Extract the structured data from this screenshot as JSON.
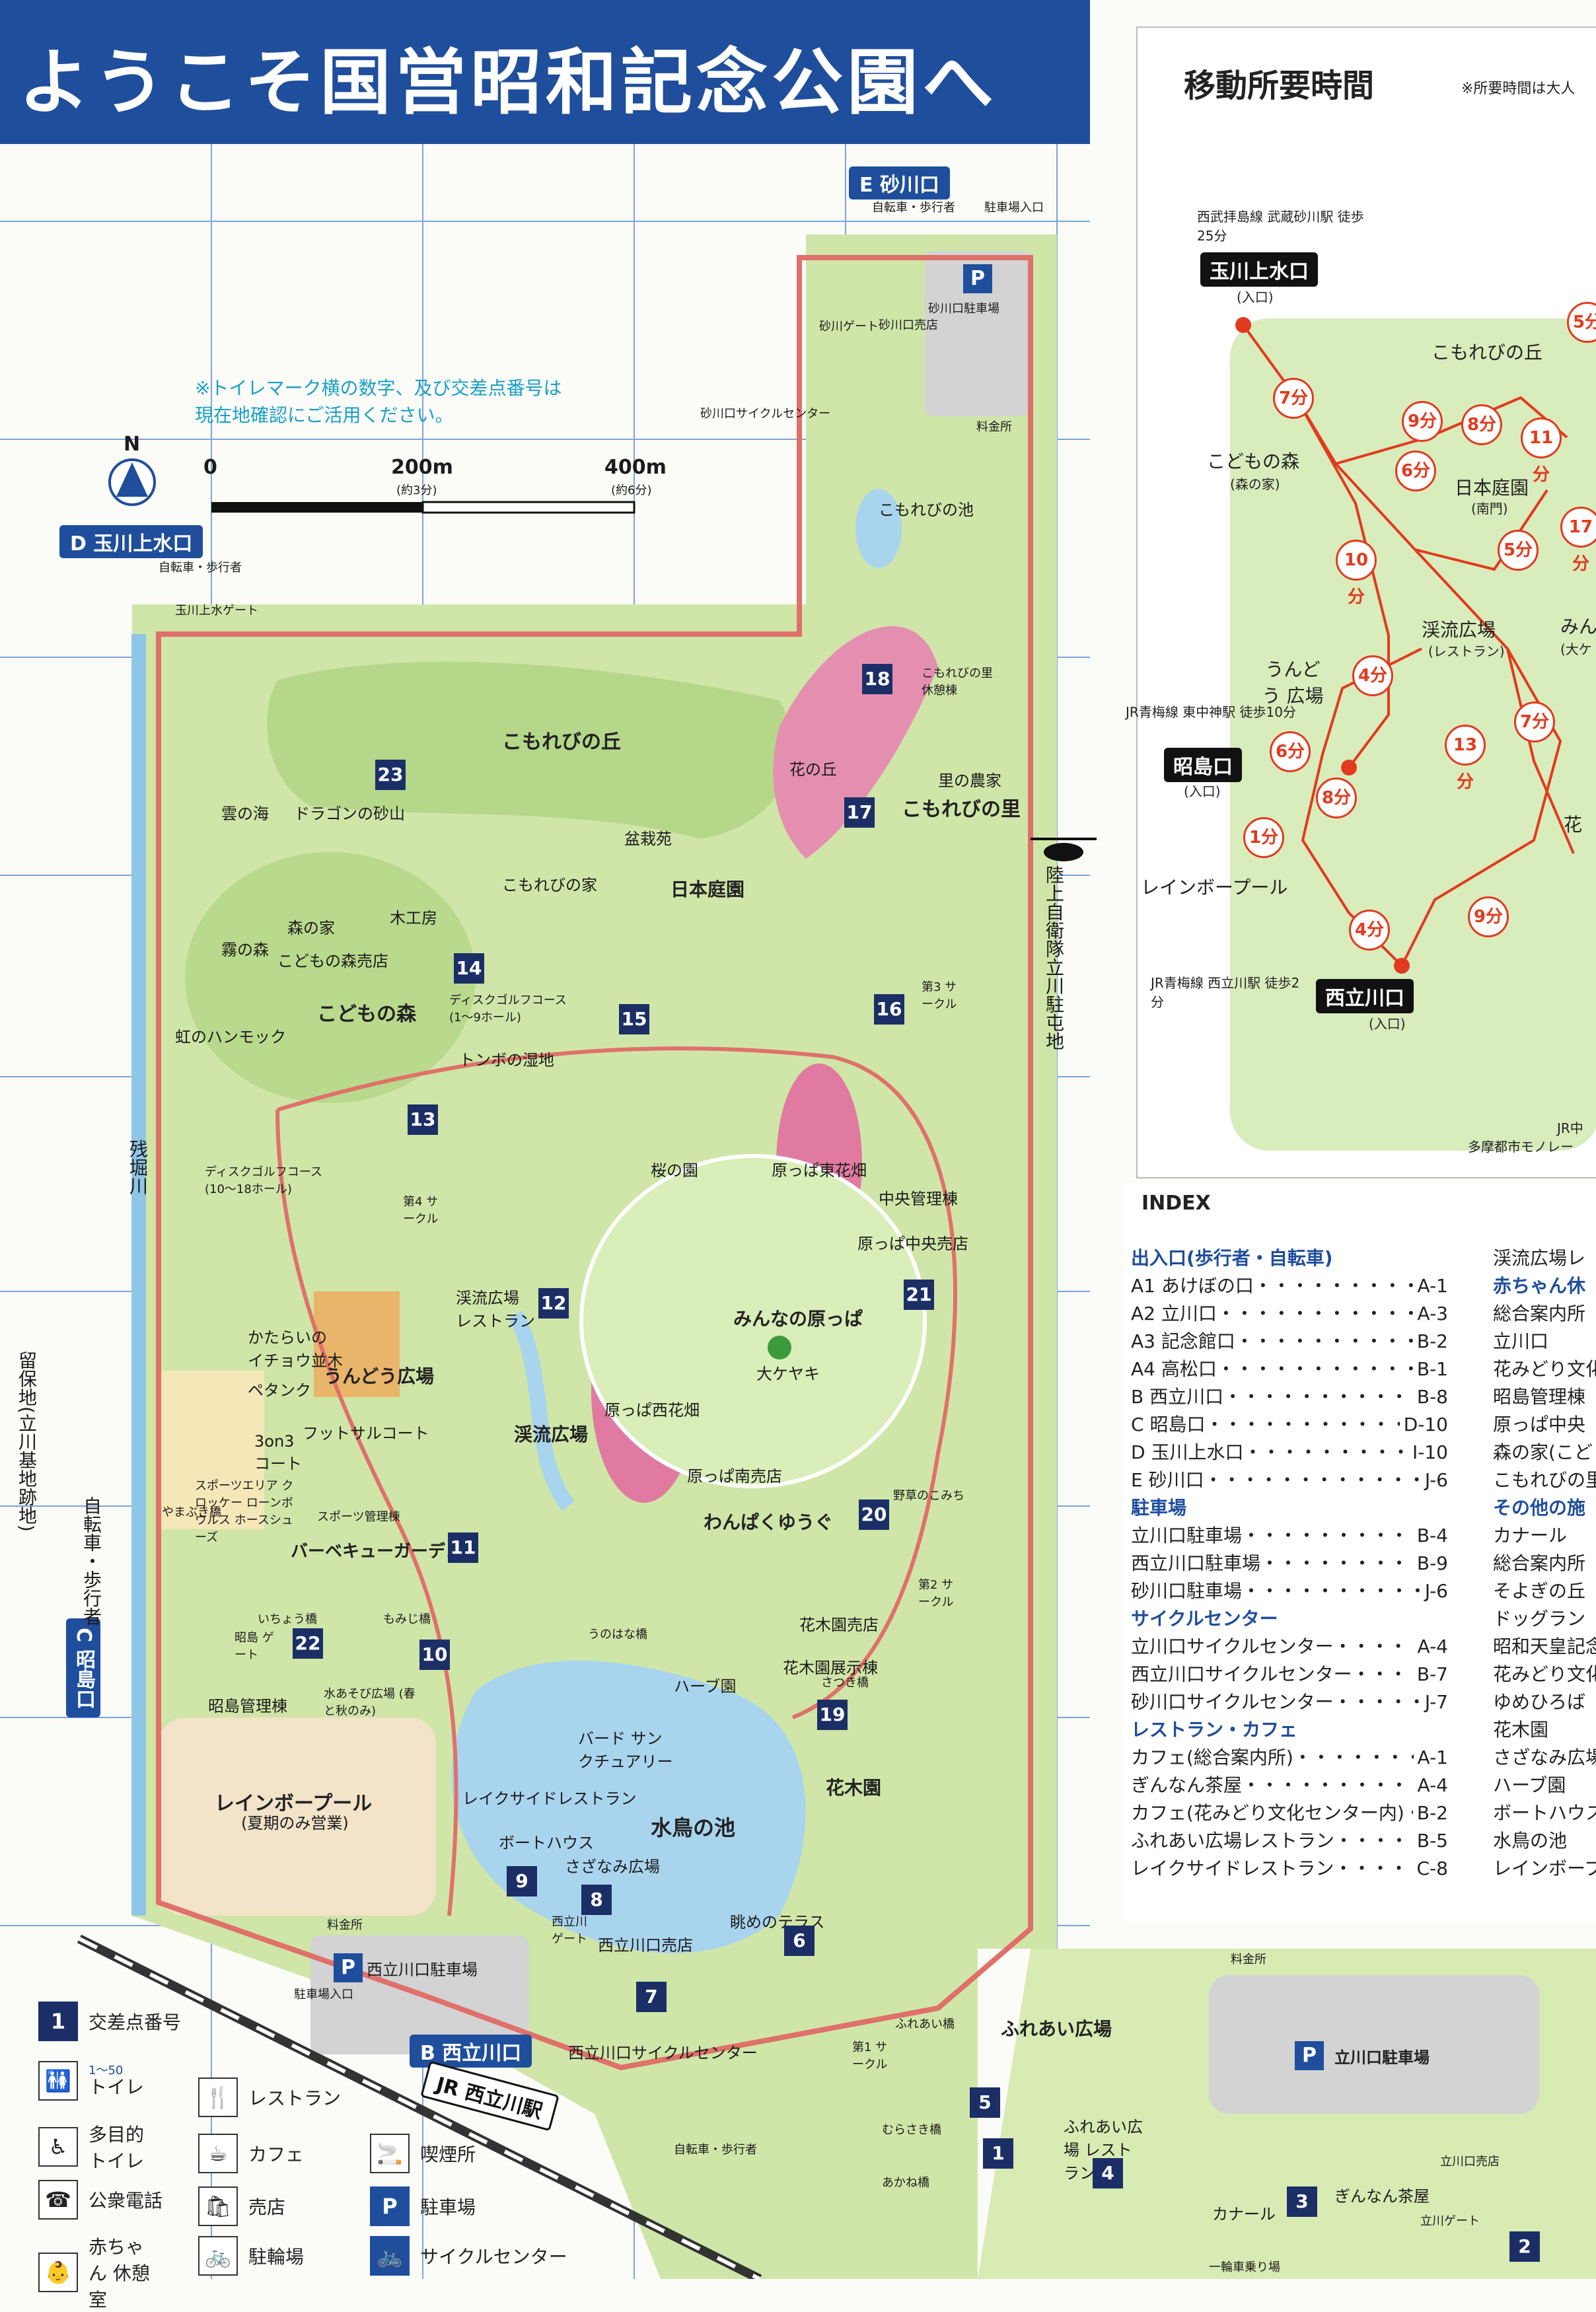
{
  "title": "ようこそ国営昭和記念公園へ",
  "map": {
    "note_lines": [
      "※トイレマーク横の数字、及び交差点番号は",
      "現在地確認にご活用ください。"
    ],
    "scale": {
      "zero": "0",
      "m200": "200m",
      "m200_walk": "(約3分)",
      "m400": "400m",
      "m400_walk": "(約6分)",
      "north": "N"
    },
    "gates": {
      "E": "E 砂川口",
      "D": "D 玉川上水口",
      "C": "C 昭島口",
      "B": "B 西立川口"
    },
    "gate_notes": {
      "E_bike_walk": "自転車・歩行者",
      "E_parking_in": "駐車場入口",
      "D_bike_walk": "自転車・歩行者",
      "C_bike_walk": "自転車・歩行者",
      "B_bike_walk": "自転車・歩行者",
      "B_parking_in": "駐車場入口"
    },
    "areas": {
      "komorebi_oka": "こもれびの丘",
      "komorebi_sato": "こもれびの里",
      "nihon_teien": "日本庭園",
      "kodomo_mori": "こどもの森",
      "mori_no_ie": "森の家",
      "kodomo_shop": "こどもの森売店",
      "dragon": "ドラゴンの砂山",
      "kumo": "雲の海",
      "kiri": "霧の森",
      "rainbow_hammock": "虹のハンモック",
      "mokkobo": "木工房",
      "komorebi_house": "こもれびの家",
      "bonsai": "盆栽苑",
      "hana_oka": "花の丘",
      "sato_noka": "里の農家",
      "komorebi_sato_rest": "こもれびの里 休憩棟",
      "komorebi_ike": "こもれびの池",
      "sunagawa_gate": "砂川ゲート",
      "sunagawa_shop": "砂川口売店",
      "sunagawa_parking": "砂川口駐車場",
      "sunagawa_cycle": "砂川口サイクルセンター",
      "ryokinsho": "料金所",
      "tamagawa_gate": "玉川上水ゲート",
      "disc_golf_1": "ディスクゴルフコース (1〜9ホール)",
      "tonbo": "トンボの湿地",
      "disc_golf_2": "ディスクゴルフコース (10〜18ホール)",
      "sakura": "桜の園",
      "harappa_higashi": "原っぱ東花畑",
      "chuo_kanri": "中央管理棟",
      "harappa_chuo_shop": "原っぱ中央売店",
      "minna_harappa": "みんなの原っぱ",
      "okeyaki": "大ケヤキ",
      "harappa_nishi": "原っぱ西花畑",
      "keiryu": "渓流広場",
      "keiryu_rest": "渓流広場 レストラン",
      "harappa_minami": "原っぱ南売店",
      "wanpaku": "わんぱくゆうぐ",
      "yagi": "野草のこみち",
      "udo": "うんどう広場",
      "ichoh": "かたらいの イチョウ並木",
      "petanque": "ペタンク",
      "futsal": "フットサルコート",
      "3on3": "3on3 コート",
      "sports": "スポーツエリア クロッケー ローンボウルス ホースシューズ",
      "sports_kanri": "スポーツ管理棟",
      "bbq": "バーベキューガーデン",
      "yamabuki": "やまぶき橋",
      "ichoh_bashi": "いちょう橋",
      "momiji": "もみじ橋",
      "unohana": "うのはな橋",
      "kaboku_shop": "花木園売店",
      "kaboku_exhibit": "花木園展示棟",
      "satsuki": "さつき橋",
      "herb": "ハーブ園",
      "kaboku": "花木園",
      "mizuasobi": "水あそび広場 (春と秋のみ)",
      "akishima_kanri": "昭島管理棟",
      "akishima_gate": "昭島 ゲート",
      "rainbow_pool": "レインボープール",
      "pool_note": "(夏期のみ営業)",
      "bird": "バード サンクチュアリー",
      "mizudori": "水鳥の池",
      "lakeside": "レイクサイドレストラン",
      "boathouse": "ボートハウス",
      "sazanami": "さざなみ広場",
      "nagame": "眺めのテラス",
      "nishitachi_gate": "西立川 ゲート",
      "nishitachi_shop": "西立川口売店",
      "nishitachi_parking": "西立川口駐車場",
      "nishitachi_cycle": "西立川口サイクルセンター",
      "fureai": "ふれあい広場",
      "fureai_rest": "ふれあい広場 レストラン",
      "fureai_bashi": "ふれあい橋",
      "murasaki": "むらさき橋",
      "akane": "あかね橋",
      "tachikawa_parking": "立川口駐車場",
      "tachikawa_shop": "立川口売店",
      "tachikawa_gate": "立川ゲート",
      "ginnan": "ぎんなん茶屋",
      "canal": "カナール",
      "bike_parking": "一輪車乗り場",
      "jsdf": "陸上自衛隊立川駐屯地",
      "ryuho": "留保地(立川基地跡地)",
      "zanbori": "残堀川",
      "jr": "JR 西立川駅",
      "circle1": "第1 サークル",
      "circle2": "第2 サークル",
      "circle3": "第3 サークル",
      "circle4": "第4 サークル"
    },
    "junctions": [
      "1",
      "2",
      "3",
      "4",
      "5",
      "6",
      "7",
      "8",
      "9",
      "10",
      "11",
      "12",
      "13",
      "14",
      "15",
      "16",
      "17",
      "18",
      "19",
      "20",
      "21",
      "22",
      "23"
    ]
  },
  "time_panel": {
    "title": "移動所要時間",
    "note": "※所要時間は大人",
    "gate_tamagawa": "玉川上水口",
    "gate_tamagawa_sub": "(入口)",
    "gate_tamagawa_access": "西武拝島線 武蔵砂川駅 徒歩25分",
    "gate_akishima": "昭島口",
    "gate_akishima_sub": "(入口)",
    "gate_akishima_access": "JR青梅線 東中神駅 徒歩10分",
    "gate_nishitachi": "西立川口",
    "gate_nishitachi_sub": "(入口)",
    "gate_nishitachi_access": "JR青梅線 西立川駅 徒歩2分",
    "places": {
      "komorebi": "こもれびの丘",
      "kodomo": "こどもの森",
      "kodomo_sub": "(森の家)",
      "nihon": "日本庭園",
      "nihon_sub": "(南門)",
      "keiryu": "渓流広場",
      "keiryu_sub": "(レストラン)",
      "udo": "うんどう 広場",
      "rainbow": "レインボープール",
      "minna": "みん",
      "minna_sub": "(大ケ",
      "hana": "花",
      "jr_naka": "JR中",
      "monorail": "多摩都市モノレー"
    },
    "times": [
      "5分",
      "7分",
      "9分",
      "8分",
      "11分",
      "6分",
      "17分",
      "10分",
      "5分",
      "4分",
      "7分",
      "13分",
      "6分",
      "8分",
      "1分",
      "4分",
      "9分"
    ]
  },
  "index": {
    "title": "INDEX",
    "col1": [
      {
        "sec": "出入口(歩行者・自転車)"
      },
      {
        "name": "A1 あけぼの口",
        "code": "A-1"
      },
      {
        "name": "A2 立川口",
        "code": "A-3"
      },
      {
        "name": "A3 記念館口",
        "code": "B-2"
      },
      {
        "name": "A4 高松口",
        "code": "B-1"
      },
      {
        "name": "B 西立川口",
        "code": "B-8"
      },
      {
        "name": "C 昭島口",
        "code": "D-10"
      },
      {
        "name": "D 玉川上水口",
        "code": "I-10"
      },
      {
        "name": "E 砂川口",
        "code": "J-6"
      },
      {
        "sec": "駐車場"
      },
      {
        "name": "立川口駐車場",
        "code": "B-4"
      },
      {
        "name": "西立川口駐車場",
        "code": "B-9"
      },
      {
        "name": "砂川口駐車場",
        "code": "J-6"
      },
      {
        "sec": "サイクルセンター"
      },
      {
        "name": "立川口サイクルセンター",
        "code": "A-4"
      },
      {
        "name": "西立川口サイクルセンター",
        "code": "B-7"
      },
      {
        "name": "砂川口サイクルセンター",
        "code": "J-7"
      },
      {
        "sec": "レストラン・カフェ"
      },
      {
        "name": "カフェ(総合案内所)",
        "code": "A-1"
      },
      {
        "name": "ぎんなん茶屋",
        "code": "A-4"
      },
      {
        "name": "カフェ(花みどり文化センター内)",
        "code": "B-2"
      },
      {
        "name": "ふれあい広場レストラン",
        "code": "B-5"
      },
      {
        "name": "レイクサイドレストラン",
        "code": "C-8"
      }
    ],
    "col2": [
      "渓流広場レ",
      {
        "sec": "赤ちゃん休"
      },
      "総合案内所",
      "立川口",
      "花みどり文化",
      "昭島管理棟",
      "原っぱ中央",
      "森の家(こど",
      "こもれびの里",
      {
        "sec": "その他の施"
      },
      "カナール",
      "総合案内所",
      "そよぎの丘",
      "ドッグラン",
      "昭和天皇記念",
      "花みどり文化",
      "ゆめひろば",
      "花木園",
      "さざなみ広場",
      "ハーブ園",
      "ボートハウス",
      "水鳥の池",
      "レインボープ"
    ]
  },
  "legend": {
    "junction": "交差点番号",
    "toilet": "トイレ",
    "toilet_range": "1〜50",
    "multi_toilet": "多目的 トイレ",
    "phone": "公衆電話",
    "baby": "赤ちゃん 休憩室",
    "restaurant": "レストラン",
    "cafe": "カフェ",
    "shop": "売店",
    "bike": "駐輪場",
    "smoking": "喫煙所",
    "parking": "駐車場",
    "cycle": "サイクルセンター",
    "j_sample": "1",
    "p_sample": "P"
  },
  "colors": {
    "header": "#1f4e9c",
    "park_green": "#c9e2a0",
    "forest": "#b7d98f",
    "water": "#a9d4ee",
    "path_red": "#e0706a",
    "flower": "#e07aa0",
    "route_red": "#e23a1e"
  }
}
